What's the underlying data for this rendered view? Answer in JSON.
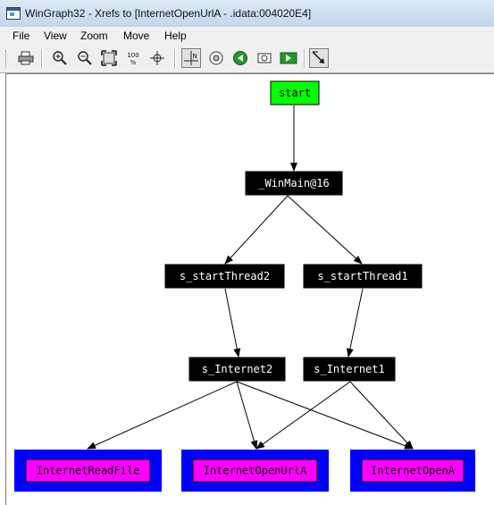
{
  "window": {
    "title": "WinGraph32 - Xrefs to [InternetOpenUrlA - .idata:004020E4]"
  },
  "menu": [
    "File",
    "View",
    "Zoom",
    "Move",
    "Help"
  ],
  "toolbar": {
    "buttons": [
      {
        "name": "print-icon"
      },
      {
        "name": "zoom-in-icon"
      },
      {
        "name": "zoom-out-icon"
      },
      {
        "name": "fit-window-icon"
      },
      {
        "name": "zoom-100-icon",
        "label": "100 %"
      },
      {
        "name": "center-icon"
      },
      {
        "name": "layout-icon"
      },
      {
        "name": "circle-icon"
      },
      {
        "name": "go-left-icon"
      },
      {
        "name": "move-icon"
      },
      {
        "name": "go-right-icon"
      },
      {
        "name": "follow-edge-icon"
      }
    ]
  },
  "graph": {
    "nodes": [
      {
        "id": "start",
        "label": "start",
        "fill": "#00ff00",
        "text": "#000000",
        "frame": null
      },
      {
        "id": "winmain",
        "label": "_WinMain@16",
        "fill": "#000000",
        "text": "#ffffff",
        "frame": null
      },
      {
        "id": "st2",
        "label": "s_startThread2",
        "fill": "#000000",
        "text": "#ffffff",
        "frame": null
      },
      {
        "id": "st1",
        "label": "s_startThread1",
        "fill": "#000000",
        "text": "#ffffff",
        "frame": null
      },
      {
        "id": "in2",
        "label": "s_Internet2",
        "fill": "#000000",
        "text": "#ffffff",
        "frame": null
      },
      {
        "id": "in1",
        "label": "s_Internet1",
        "fill": "#000000",
        "text": "#ffffff",
        "frame": null
      },
      {
        "id": "irf",
        "label": "InternetReadFile",
        "fill": "#ff00ff",
        "text": "#000000",
        "frame": "#0000ff"
      },
      {
        "id": "iou",
        "label": "InternetOpenUrlA",
        "fill": "#ff00ff",
        "text": "#000000",
        "frame": "#0000ff"
      },
      {
        "id": "ioa",
        "label": "InternetOpenA",
        "fill": "#ff00ff",
        "text": "#000000",
        "frame": "#0000ff"
      }
    ],
    "edges": [
      [
        "start",
        "winmain"
      ],
      [
        "winmain",
        "st2"
      ],
      [
        "winmain",
        "st1"
      ],
      [
        "st2",
        "in2"
      ],
      [
        "st1",
        "in1"
      ],
      [
        "in2",
        "irf"
      ],
      [
        "in2",
        "iou"
      ],
      [
        "in2",
        "ioa"
      ],
      [
        "in1",
        "iou"
      ],
      [
        "in1",
        "ioa"
      ]
    ]
  }
}
